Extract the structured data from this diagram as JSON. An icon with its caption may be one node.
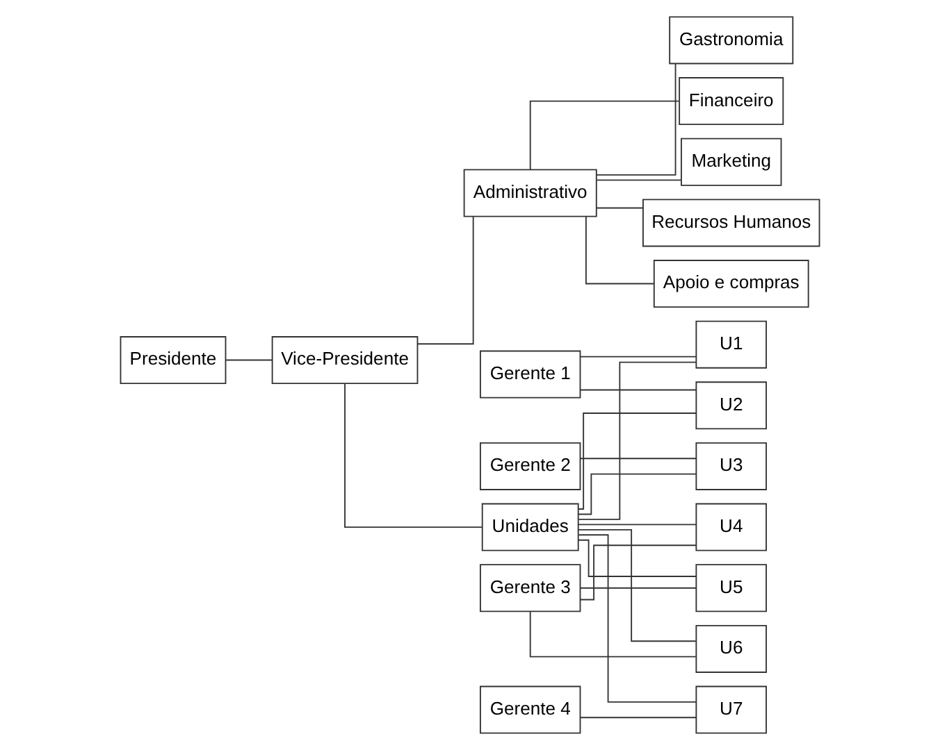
{
  "diagram": {
    "nodes": [
      {
        "text": [
          "Presidente"
        ]
      },
      {
        "text": [
          "Vice-Presidente"
        ]
      },
      {
        "text": [
          "Administrativo"
        ]
      },
      {
        "text": [
          "Unidades"
        ]
      },
      {
        "text": [
          "Financeiro"
        ]
      },
      {
        "text": [
          "Marketing"
        ]
      },
      {
        "text": [
          "Recursos Humanos"
        ]
      },
      {
        "text": [
          "Apoio e compras"
        ]
      },
      {
        "text": [
          "Gastronomia"
        ]
      },
      {
        "text": [
          "Gerente 1"
        ]
      },
      {
        "text": [
          "Gerente 2"
        ]
      },
      {
        "text": [
          "Gerente 3"
        ]
      },
      {
        "text": [
          "Gerente 4"
        ]
      },
      {
        "text": [
          "U1"
        ]
      },
      {
        "text": [
          "U2"
        ]
      },
      {
        "text": [
          "U3"
        ]
      },
      {
        "text": [
          "U4"
        ]
      },
      {
        "text": [
          "U5"
        ]
      },
      {
        "text": [
          "U6"
        ]
      },
      {
        "text": [
          "U7"
        ]
      }
    ],
    "edges": [
      {
        "from": 0,
        "to": 1,
        "arrow": "none"
      },
      {
        "from": 1,
        "to": 2,
        "arrow": "none"
      },
      {
        "from": 1,
        "to": 3,
        "arrow": "none"
      },
      {
        "from": 2,
        "to": 4,
        "arrow": "none"
      },
      {
        "from": 2,
        "to": 5,
        "arrow": "none"
      },
      {
        "from": 2,
        "to": 6,
        "arrow": "none"
      },
      {
        "from": 2,
        "to": 7,
        "arrow": "none"
      },
      {
        "from": 2,
        "to": 8,
        "arrow": "none"
      },
      {
        "from": 9,
        "to": 13,
        "arrow": "none"
      },
      {
        "from": 9,
        "to": 14,
        "arrow": "none"
      },
      {
        "from": 10,
        "to": 15,
        "arrow": "none"
      },
      {
        "from": 11,
        "to": 16,
        "arrow": "none"
      },
      {
        "from": 11,
        "to": 17,
        "arrow": "none"
      },
      {
        "from": 11,
        "to": 18,
        "arrow": "none"
      },
      {
        "from": 12,
        "to": 19,
        "arrow": "none"
      },
      {
        "from": 3,
        "to": 13,
        "arrow": "none"
      },
      {
        "from": 3,
        "to": 14,
        "arrow": "none"
      },
      {
        "from": 3,
        "to": 15,
        "arrow": "none"
      },
      {
        "from": 3,
        "to": 16,
        "arrow": "none"
      },
      {
        "from": 3,
        "to": 17,
        "arrow": "none"
      },
      {
        "from": 3,
        "to": 18,
        "arrow": "none"
      },
      {
        "from": 3,
        "to": 19,
        "arrow": "none"
      }
    ]
  }
}
